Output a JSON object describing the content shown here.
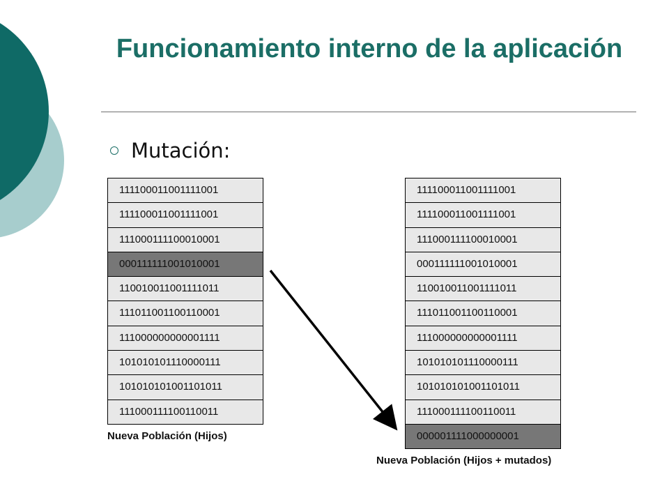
{
  "slide": {
    "title": "Funcionamiento interno de la aplicación",
    "bullet": "Mutación:"
  },
  "left_table": {
    "rows": [
      "111100011001111001",
      "111100011001111001",
      "111000111100010001",
      "000111111001010001",
      "110010011001111011",
      "111011001100110001",
      "111000000000001111",
      "101010101110000111",
      "101010101001101011",
      "111000111100110011"
    ],
    "highlighted_row": 3,
    "caption": "Nueva Población (Hijos)"
  },
  "right_table": {
    "rows": [
      "111100011001111001",
      "111100011001111001",
      "111000111100010001",
      "000111111001010001",
      "110010011001111011",
      "111011001100110001",
      "111000000000001111",
      "101010101110000111",
      "101010101001101011",
      "111000111100110011",
      "000001111000000001"
    ],
    "highlighted_row": 10,
    "caption": "Nueva Población (Hijos + mutados)"
  },
  "colors": {
    "title": "#1b6e66",
    "deco_dark": "#0f6a66",
    "deco_light": "#a7cdcd",
    "highlight": "#777777",
    "cell": "#e8e8e8"
  }
}
